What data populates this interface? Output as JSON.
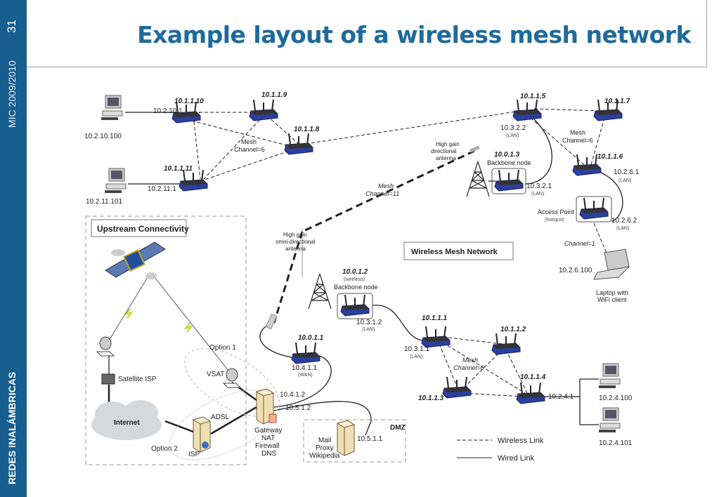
{
  "sidebar": {
    "page_number": "31",
    "course": "MIC 2009/2010",
    "subject": "REDES INALÁMBRICAS"
  },
  "title": "Example layout of a wireless mesh network",
  "colors": {
    "sidebar": "#175e8e",
    "title": "#1f6a9a",
    "router": "#2a3f9e",
    "satellite_link": "#d8e030"
  },
  "diagram": {
    "mesh_network_label": "Wireless Mesh Network",
    "upstream_label": "Upstream Connectivity",
    "dmz_label": "DMZ",
    "top_left": {
      "pc1": "10.2.10.100",
      "pc1_gw": "10.2.10.1",
      "pc2": "10.2.11.101",
      "pc2_gw": "10.2.11.1",
      "n10": "10.1.1.10",
      "n9": "10.1.1.9",
      "n8": "10.1.1.8",
      "n11": "10.1.1.11",
      "mesh": "Mesh",
      "channel": "Channel=6"
    },
    "top_right": {
      "n5": "10.1.1.5",
      "n5_ip": "10.3.2.2",
      "n7": "10.1.1.7",
      "n6": "10.1.1.6",
      "n6_ip": "10.2.6.1",
      "lan": "(LAN)",
      "mesh": "Mesh",
      "channel": "Channel=6",
      "backbone_id": "10.0.1.3",
      "backbone": "Backbone node",
      "backbone_ip": "10.3.2.1",
      "antenna": [
        "High gain",
        "directional",
        "antenna"
      ],
      "ap": "Access Point",
      "hotspot": "(hotspot)",
      "ap_ip": "10.2.6.2",
      "channel1": "Channel=1",
      "laptop_ip": "10.2.6.100",
      "laptop": [
        "Laptop with",
        "WiFi client"
      ]
    },
    "mesh11": [
      "Mesh",
      "Channel=11"
    ],
    "omni": [
      "High gain",
      "omni-directional",
      "antenna"
    ],
    "center": {
      "backbone_id": "10.0.1.2",
      "wireless": "(wireless)",
      "backbone": "Backbone node",
      "backbone_ip": "10.3.1.2",
      "lan": "(LAN)",
      "n0": "10.0.1.1",
      "n0_ip": "10.4.1.1",
      "wan": "(WAN)",
      "gw_ip1": "10.4.1.2",
      "gw_ip2": "10.5.1.2",
      "gateway": [
        "Gateway",
        "NAT",
        "Firewall",
        "DNS"
      ],
      "dmz_ip": "10.5.1.1",
      "dmz_server": [
        "Mail",
        "Proxy",
        "Wikipedia"
      ]
    },
    "bottom_right": {
      "n1": "10.1.1.1",
      "n1_ip": "10.3.1.1",
      "lan": "(LAN)",
      "n2": "10.1.1.2",
      "n3": "10.1.1.3",
      "n4": "10.1.1.4",
      "n4_ip": "10.2.4.1",
      "pc1": "10.2.4.100",
      "pc2": "10.2.4.101",
      "mesh": "Mesh",
      "channel": "Channel=6"
    },
    "upstream": {
      "satellite_isp": "Satellite ISP",
      "internet": "Internet",
      "option1": "Option 1",
      "option2": "Option 2",
      "vsat": "VSAT",
      "adsl": "ADSL",
      "isp": "ISP"
    },
    "legend": {
      "wireless": "Wireless Link",
      "wired": "Wired Link"
    }
  }
}
